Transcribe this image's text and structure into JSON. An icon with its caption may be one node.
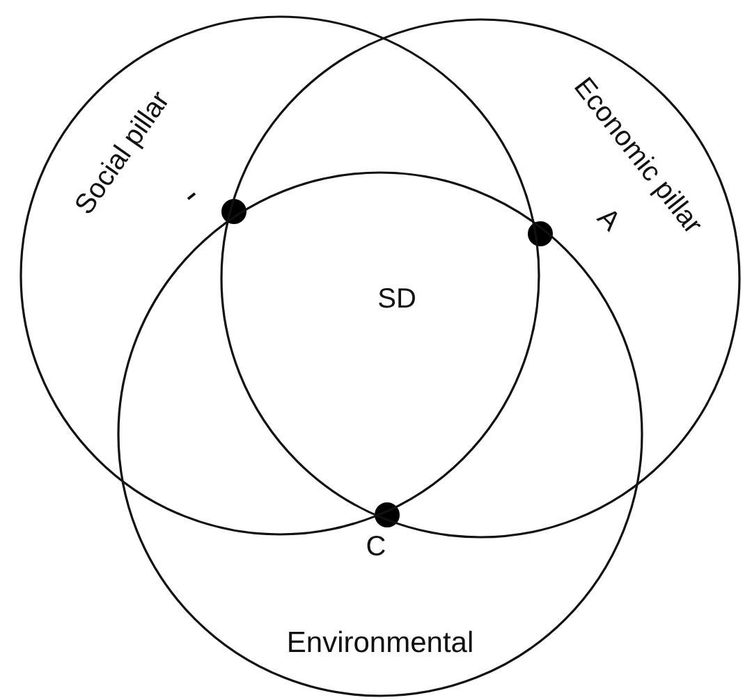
{
  "diagram": {
    "nodes": [
      {
        "text": [
          "Social pillar"
        ]
      },
      {
        "text": [
          "Economic pillar"
        ]
      },
      {
        "text": [
          "Environmental"
        ]
      }
    ],
    "labels": [
      "SD",
      "A",
      "C"
    ]
  }
}
